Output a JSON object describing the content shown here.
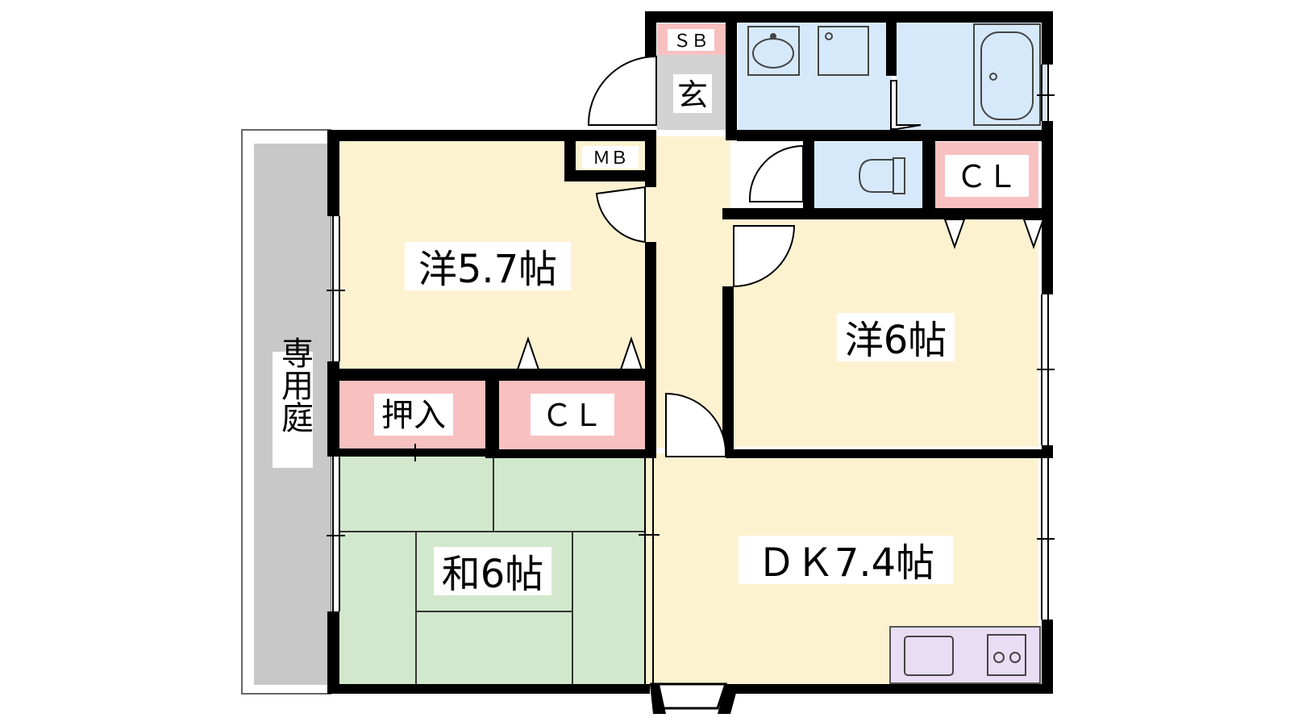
{
  "rooms": {
    "western_a": "洋5.7帖",
    "western_b": "洋6帖",
    "japanese": "和6帖",
    "dining_kitchen": "ＤＫ7.4帖",
    "entrance": "玄",
    "shoe_box": "ＳＢ",
    "meter_box": "ＭＢ",
    "closet_top": "ＣＬ",
    "closet_mid": "ＣＬ",
    "oshiire": "押入",
    "private_garden": "専用庭"
  },
  "colors": {
    "western_floor": "#fdf2d0",
    "tatami": "#d2e8cc",
    "storage": "#f9c0c0",
    "wet_area": "#d6e9fb",
    "kitchen": "#e8ddf3",
    "entrance_floor": "#d3d3d3",
    "garden": "#c8c8c8",
    "wall": "#000000"
  }
}
